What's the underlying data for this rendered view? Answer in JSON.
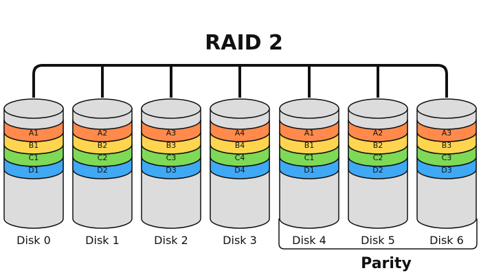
{
  "diagram": {
    "title": "RAID 2",
    "parity_label": "Parity",
    "colors": {
      "outline": "#111111",
      "disk_body": "#dcdcdc",
      "stripe_A": "#ff8a4c",
      "stripe_B": "#ffd54f",
      "stripe_C": "#7ed957",
      "stripe_D": "#3fa9f5"
    },
    "disks": [
      {
        "label": "Disk 0",
        "blocks": [
          "A1",
          "B1",
          "C1",
          "D1"
        ]
      },
      {
        "label": "Disk 1",
        "blocks": [
          "A2",
          "B2",
          "C2",
          "D2"
        ]
      },
      {
        "label": "Disk 2",
        "blocks": [
          "A3",
          "B3",
          "C3",
          "D3"
        ]
      },
      {
        "label": "Disk 3",
        "blocks": [
          "A4",
          "B4",
          "C4",
          "D4"
        ]
      },
      {
        "label": "Disk 4",
        "blocks": [
          "A1",
          "B1",
          "C1",
          "D1"
        ]
      },
      {
        "label": "Disk 5",
        "blocks": [
          "A2",
          "B2",
          "C2",
          "D2"
        ]
      },
      {
        "label": "Disk 6",
        "blocks": [
          "A3",
          "B3",
          "C3",
          "D3"
        ]
      }
    ]
  }
}
